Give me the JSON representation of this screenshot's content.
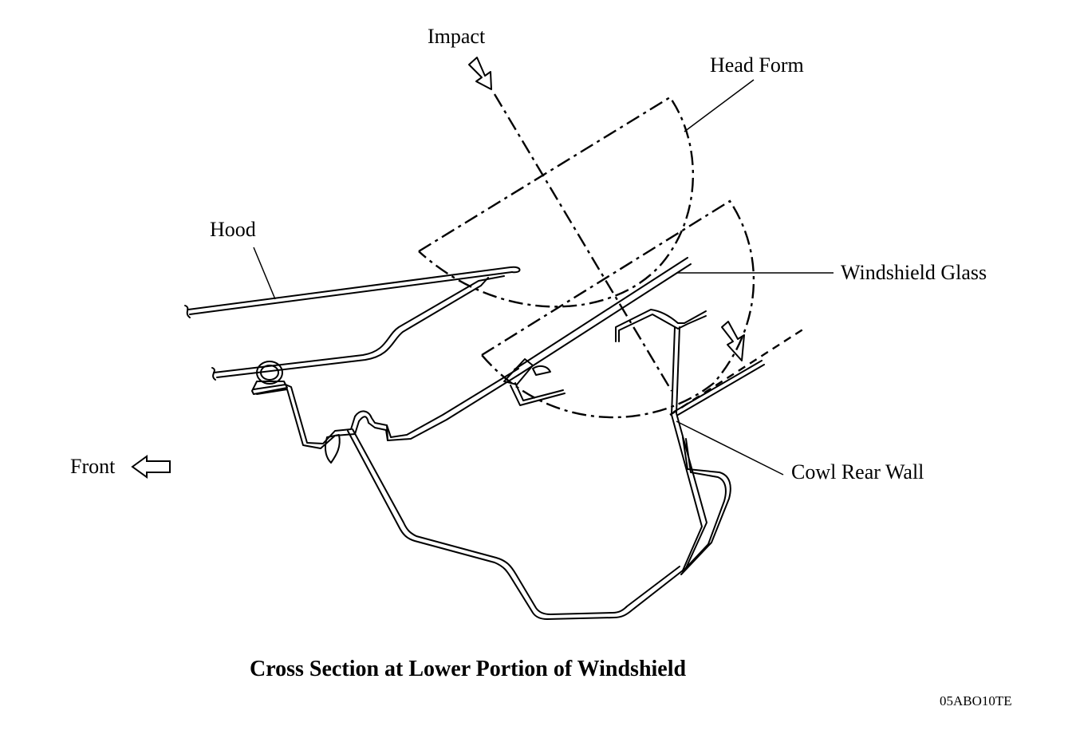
{
  "labels": {
    "impact": "Impact",
    "head_form": "Head Form",
    "hood": "Hood",
    "windshield_glass": "Windshield Glass",
    "front": "Front",
    "cowl_rear_wall": "Cowl Rear Wall"
  },
  "caption": "Cross Section at Lower Portion of Windshield",
  "figure_code": "05ABO10TE"
}
